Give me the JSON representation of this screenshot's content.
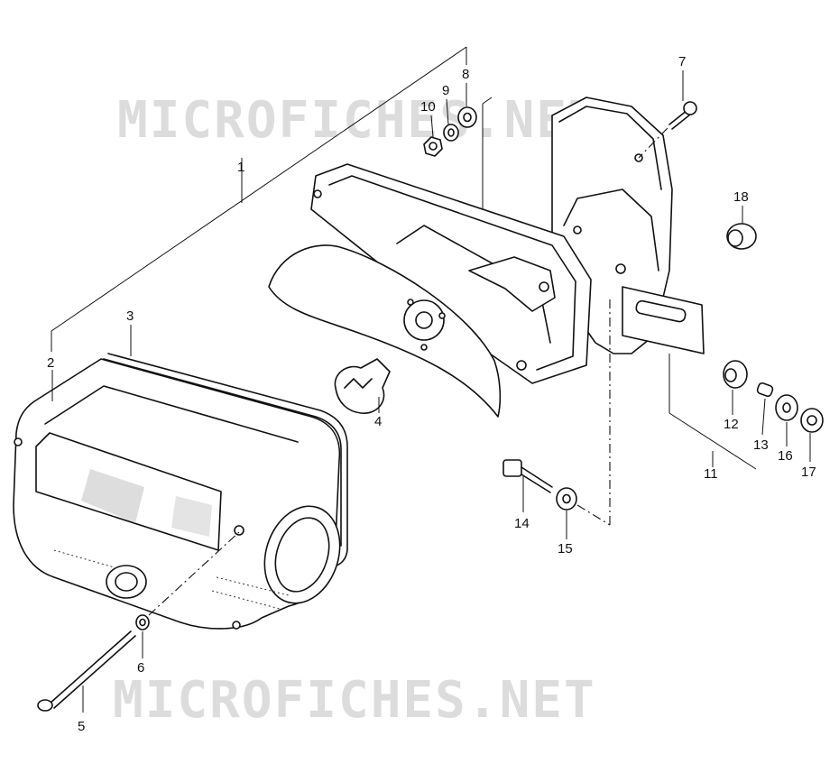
{
  "watermark": {
    "top": "MICROFICHES.NET",
    "bottom": "MICROFICHES.NET"
  },
  "callouts": {
    "c1": "1",
    "c2": "2",
    "c3": "3",
    "c4": "4",
    "c5": "5",
    "c6": "6",
    "c7": "7",
    "c8": "8",
    "c9": "9",
    "c10": "10",
    "c11": "11",
    "c12": "12",
    "c13": "13",
    "c14": "14",
    "c15": "15",
    "c16": "16",
    "c17": "17",
    "c18": "18"
  }
}
